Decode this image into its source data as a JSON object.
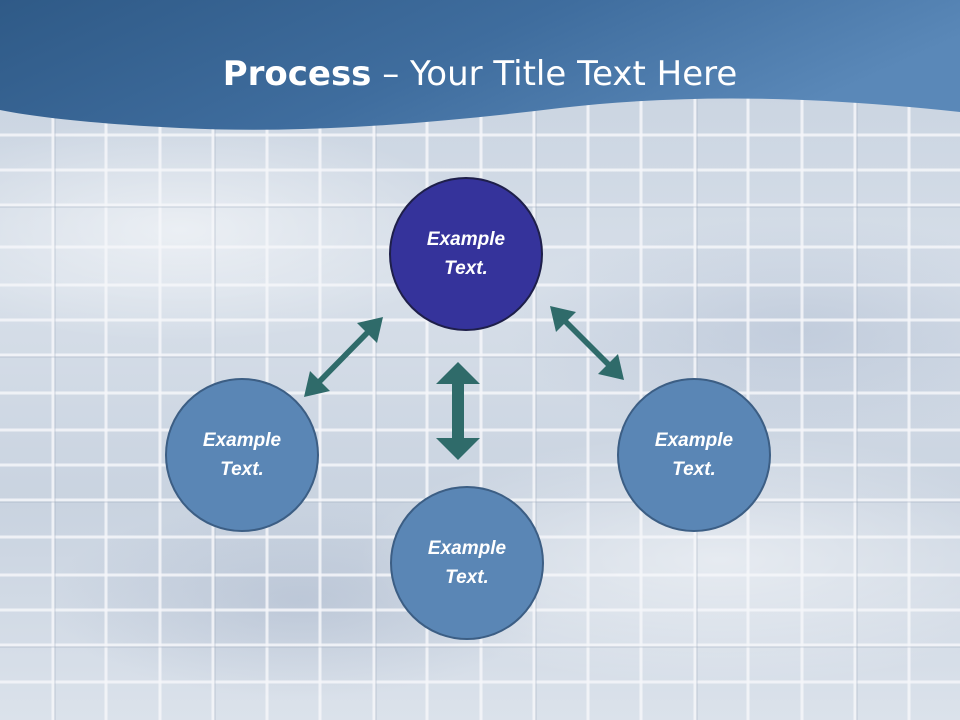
{
  "title": {
    "bold": "Process",
    "rest": " – Your Title Text Here"
  },
  "nodes": {
    "top": {
      "line1": "Example",
      "line2": "Text."
    },
    "left": {
      "line1": "Example",
      "line2": "Text."
    },
    "bottom": {
      "line1": "Example",
      "line2": "Text."
    },
    "right": {
      "line1": "Example",
      "line2": "Text."
    }
  },
  "colors": {
    "header": "#4a77a6",
    "node_fill": "#5a86b5",
    "node_highlight": "#35339b",
    "arrow": "#2f6b6a"
  }
}
